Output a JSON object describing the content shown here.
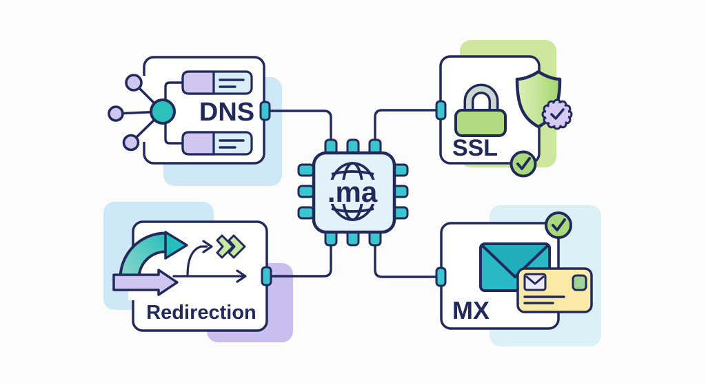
{
  "center_chip": {
    "label": ".ma",
    "icon": "globe-icon",
    "fill": "#e3f1f8",
    "pin_color": "#3cc4cf"
  },
  "nodes": [
    {
      "id": "dns",
      "label": "DNS",
      "position": "top-left",
      "icons": [
        "network-hub-icon",
        "dns-record-icon",
        "dns-record-icon"
      ]
    },
    {
      "id": "ssl",
      "label": "SSL",
      "position": "top-right",
      "icons": [
        "padlock-icon",
        "shield-icon",
        "verified-badge-icon",
        "check-circle-icon"
      ]
    },
    {
      "id": "redirection",
      "label": "Redirection",
      "position": "bottom-left",
      "icons": [
        "curved-arrow-icon",
        "forward-arrow-icon",
        "branch-arrow-icon",
        "double-chevron-icon"
      ]
    },
    {
      "id": "mx",
      "label": "MX",
      "position": "bottom-right",
      "icons": [
        "envelope-icon",
        "contact-card-icon",
        "check-circle-icon"
      ]
    }
  ],
  "connections": [
    {
      "from": "dns",
      "to": "ma-chip"
    },
    {
      "from": "ssl",
      "to": "ma-chip"
    },
    {
      "from": "redirection",
      "to": "ma-chip"
    },
    {
      "from": "mx",
      "to": "ma-chip"
    }
  ],
  "colors": {
    "navy": "#212a5a",
    "teal": "#2cc0bd",
    "teal_pin": "#3cc4cf",
    "envelope_teal": "#29b9c6",
    "lavender": "#cfc7ef",
    "badge_lavender": "#d5caf4",
    "green": "#aad87c",
    "padlock_green": "#b1da83",
    "chevron_green": "#c9e7a4",
    "card_yellow": "#fbe9a7",
    "accent_blue": "#cfe8f8",
    "accent_green": "#cde79c",
    "accent_purple": "#c8bfee",
    "accent_cyan": "#dcf1f5",
    "chip_fill": "#e3f1f8",
    "bar_blue": "#d9eef9",
    "background": "#fcfcfc"
  }
}
